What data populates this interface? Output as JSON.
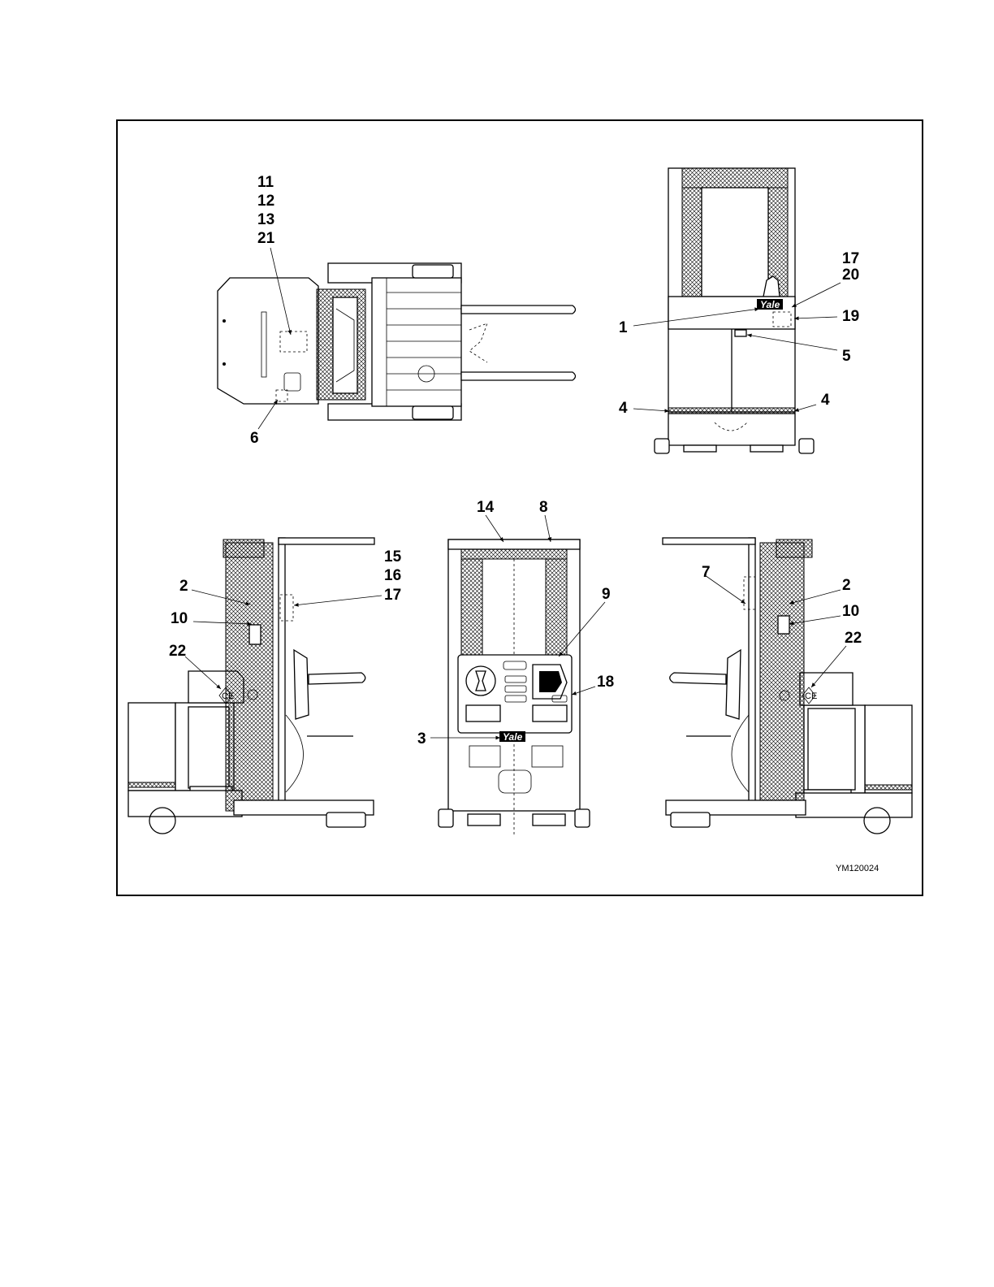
{
  "figure_code": "YM120024",
  "logo_text": "Yale",
  "ce_mark": "CE",
  "labels": {
    "l11": "11",
    "l12": "12",
    "l13": "13",
    "l21": "21",
    "l6": "6",
    "r17": "17",
    "r20": "20",
    "r1": "1",
    "r19": "19",
    "r5": "5",
    "r4a": "4",
    "r4b": "4",
    "f14": "14",
    "f8": "8",
    "f9": "9",
    "f18": "18",
    "f3": "3",
    "s15": "15",
    "s16": "16",
    "s17": "17",
    "s2": "2",
    "s10": "10",
    "s22": "22",
    "t7": "7",
    "t2": "2",
    "t10": "10",
    "t22": "22"
  }
}
